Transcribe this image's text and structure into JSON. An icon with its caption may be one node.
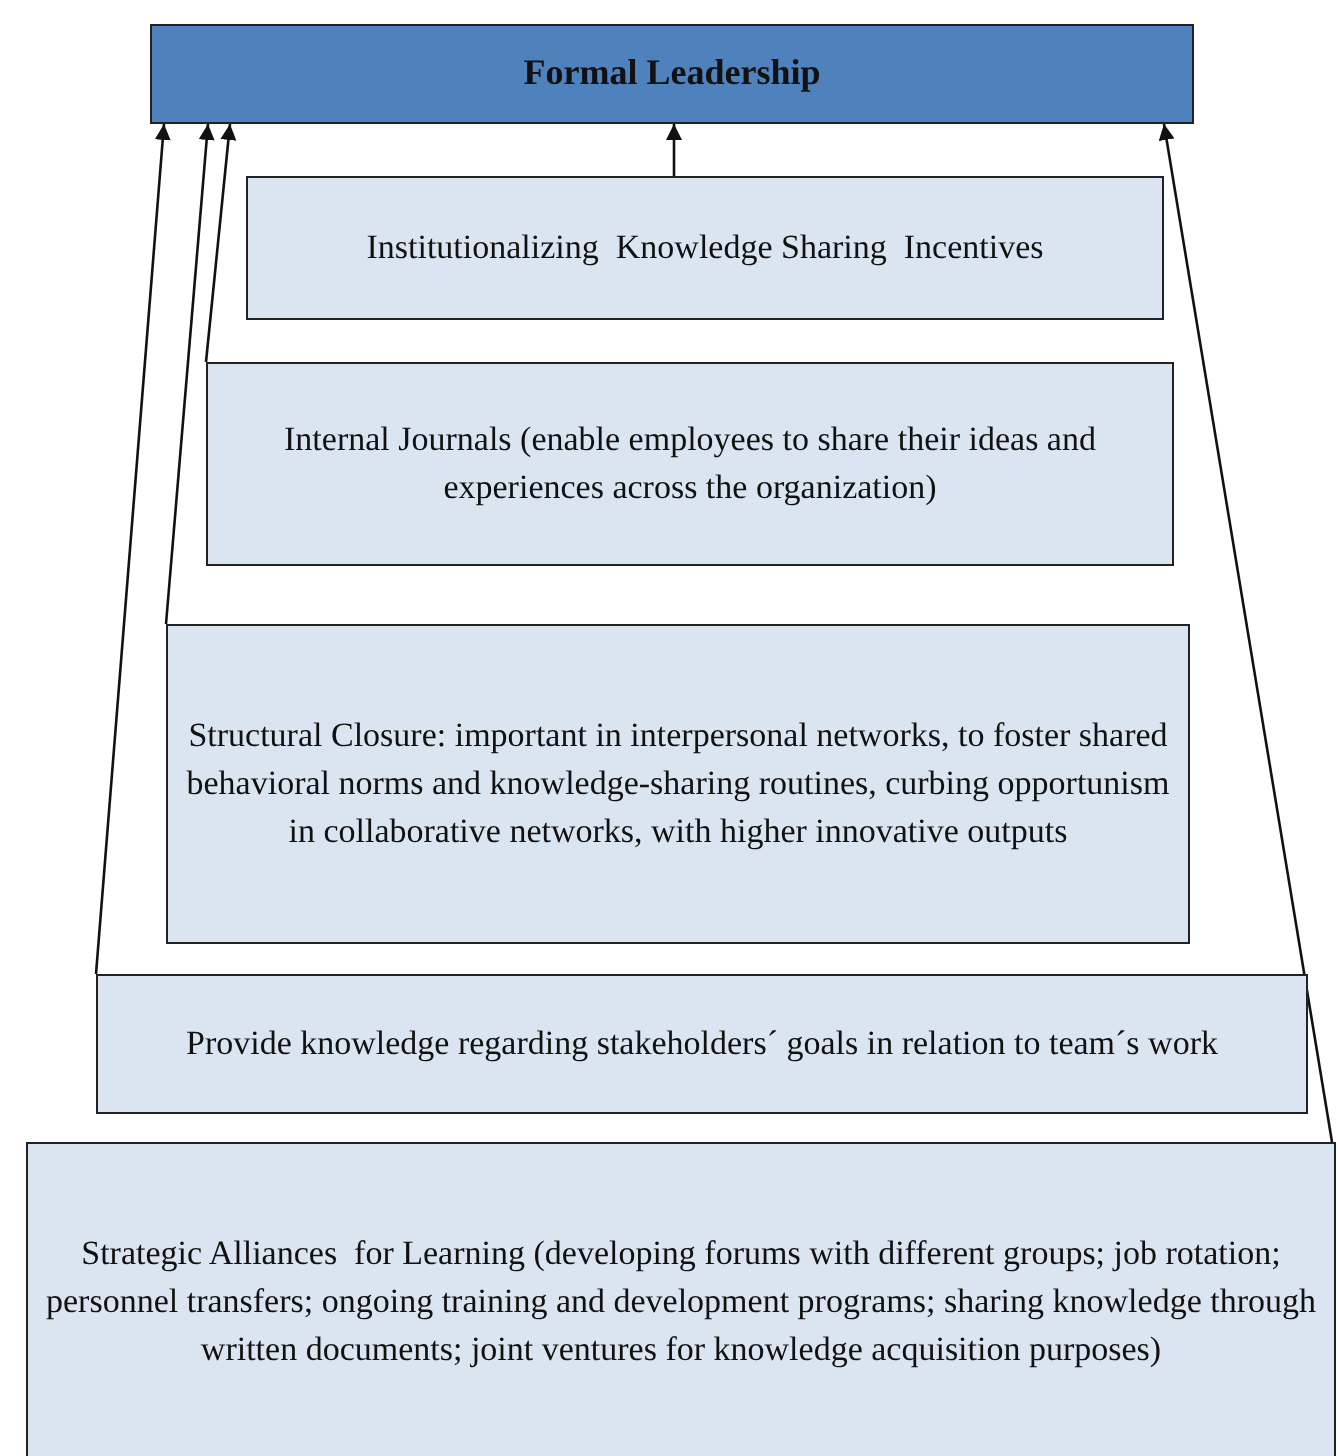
{
  "diagram": {
    "nodes": [
      {
        "text": [
          "Formal Leadership"
        ]
      },
      {
        "text": [
          "Institutionalizing  Knowledge Sharing  Incentives"
        ]
      },
      {
        "text": [
          "Internal Journals (enable employees to share their ideas and experiences across the organization)"
        ]
      },
      {
        "text": [
          "Structural Closure: important in interpersonal networks, to foster shared behavioral norms and knowledge-sharing routines, curbing opportunism in collaborative networks, with higher innovative outputs"
        ]
      },
      {
        "text": [
          "Provide knowledge regarding stakeholders´ goals in relation to team´s work"
        ]
      },
      {
        "text": [
          "Strategic Alliances  for Learning (developing forums with different groups; job rotation; personnel transfers; ongoing training and development programs; sharing knowledge through written documents; joint ventures for knowledge acquisition purposes)"
        ]
      }
    ],
    "edges": [
      {
        "from": 1,
        "to": 0,
        "arrow": "to"
      },
      {
        "from": 2,
        "to": 0,
        "arrow": "to"
      },
      {
        "from": 3,
        "to": 0,
        "arrow": "to"
      },
      {
        "from": 4,
        "to": 0,
        "arrow": "to"
      },
      {
        "from": 5,
        "to": 0,
        "arrow": "to"
      }
    ]
  }
}
